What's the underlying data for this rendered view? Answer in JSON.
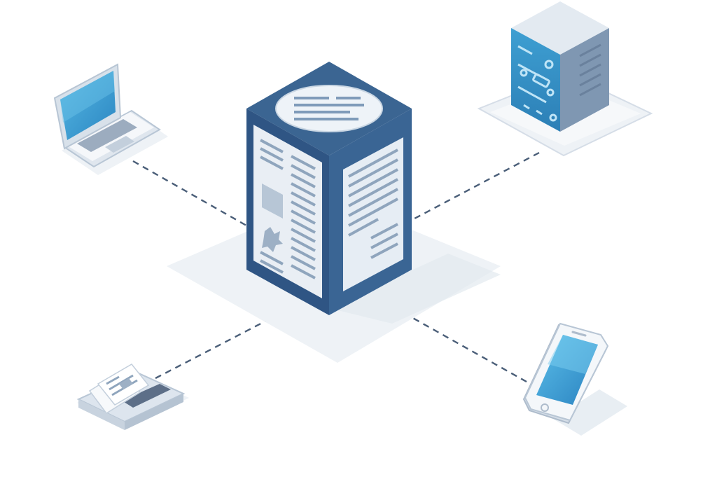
{
  "diagram": {
    "hub": {
      "name": "document-repository",
      "icon": "document-tower-icon"
    },
    "nodes": [
      {
        "id": "laptop",
        "icon": "laptop-icon"
      },
      {
        "id": "server",
        "icon": "server-rack-icon"
      },
      {
        "id": "paper-scanner",
        "icon": "scanner-icon"
      },
      {
        "id": "smartphone",
        "icon": "smartphone-icon"
      }
    ],
    "connections": [
      {
        "from": "laptop",
        "to": "document-repository",
        "style": "dashed"
      },
      {
        "from": "server",
        "to": "document-repository",
        "style": "dashed"
      },
      {
        "from": "paper-scanner",
        "to": "document-repository",
        "style": "dashed"
      },
      {
        "from": "smartphone",
        "to": "document-repository",
        "style": "dashed"
      }
    ]
  },
  "colors": {
    "primary_dark": "#2f5584",
    "primary_mid": "#3f6a9a",
    "accent_blue": "#3aa3d6",
    "panel_light": "#e9eef4",
    "line_gray": "#9fb0c3",
    "connector": "#4a5e78",
    "background": "#ffffff"
  }
}
